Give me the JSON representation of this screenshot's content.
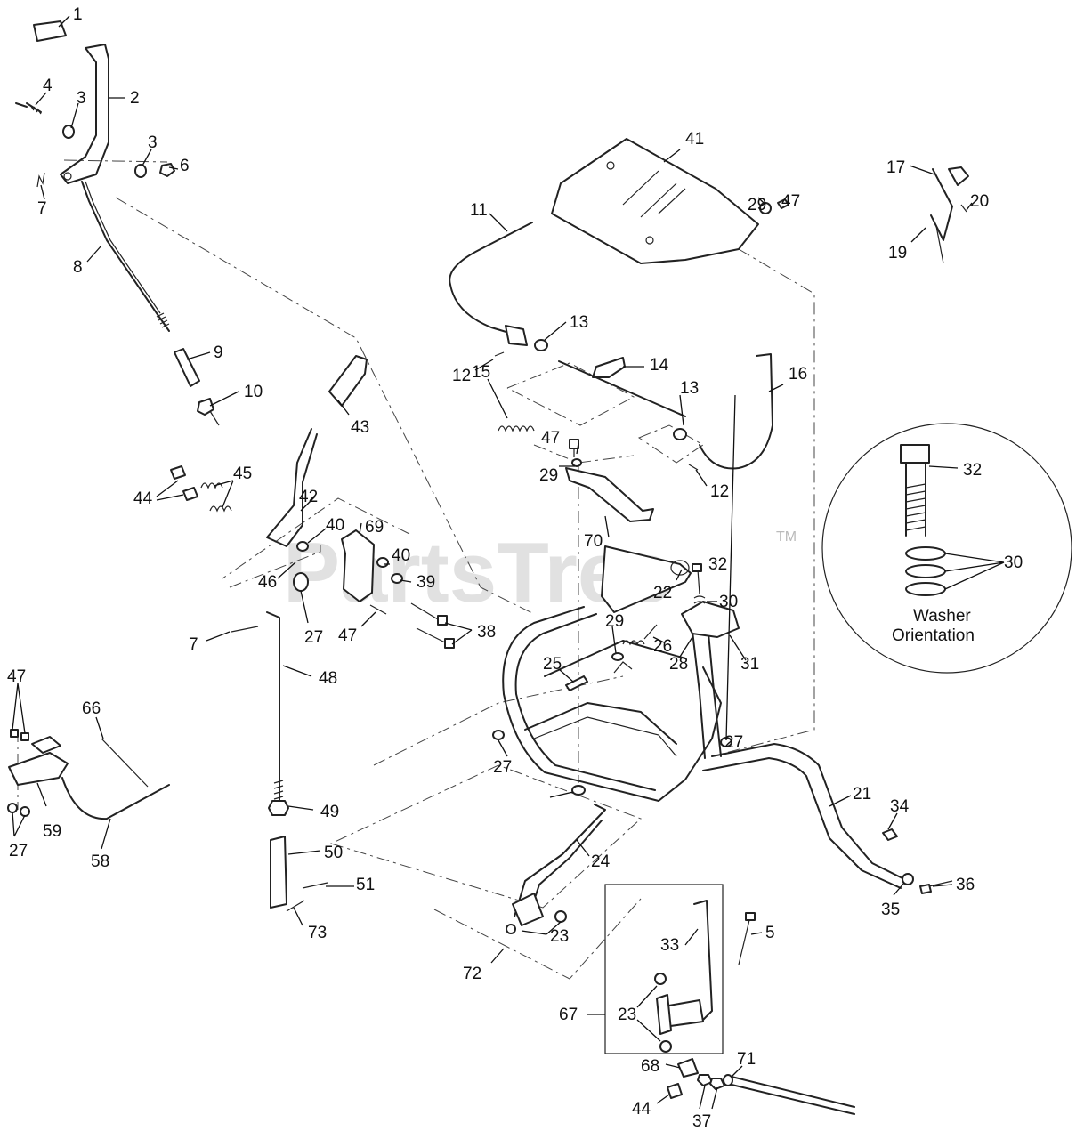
{
  "watermark": {
    "text": "PartsTree",
    "tm": "TM"
  },
  "inset": {
    "caption_line1": "Washer",
    "caption_line2": "Orientation"
  },
  "callouts": [
    "1",
    "2",
    "3",
    "4",
    "3",
    "6",
    "7",
    "8",
    "9",
    "10",
    "11",
    "12",
    "13",
    "13",
    "14",
    "15",
    "12",
    "16",
    "17",
    "19",
    "20",
    "29",
    "47",
    "41",
    "43",
    "42",
    "44",
    "45",
    "40",
    "69",
    "46",
    "40",
    "39",
    "27",
    "47",
    "38",
    "7",
    "48",
    "47",
    "66",
    "27",
    "59",
    "58",
    "47",
    "29",
    "70",
    "22",
    "32",
    "30",
    "26",
    "29",
    "25",
    "28",
    "31",
    "27",
    "27",
    "21",
    "34",
    "35",
    "36",
    "49",
    "50",
    "51",
    "73",
    "24",
    "23",
    "72",
    "33",
    "5",
    "67",
    "23",
    "68",
    "71",
    "44",
    "37",
    "32",
    "30"
  ],
  "colors": {
    "line": "#222222",
    "watermark": "#c8c8c8",
    "background": "#ffffff"
  }
}
